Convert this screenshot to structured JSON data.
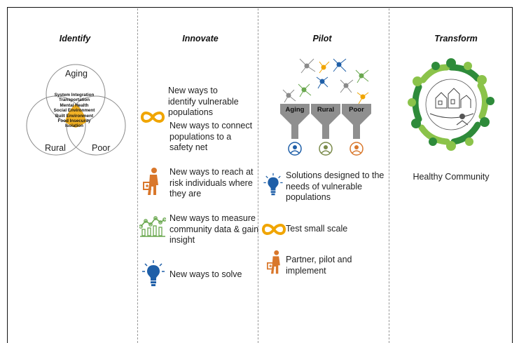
{
  "columns": {
    "identify": "Identify",
    "innovate": "Innovate",
    "pilot": "Pilot",
    "transform": "Transform"
  },
  "venn": {
    "circles": [
      "Aging",
      "Rural",
      "Poor"
    ],
    "center_items": [
      "System Integration",
      "Transportation",
      "Mental Health",
      "Social Environment",
      "Built Environment",
      "Food Insecurity",
      "Isolation"
    ]
  },
  "innovate_items": [
    {
      "line1": "New ways to",
      "line2": "identify vulnerable",
      "line3": "populations",
      "icon": "infinity-icon"
    },
    {
      "line1": "New ways to connect",
      "line2": "populations to a",
      "line3": "safety net",
      "icon": "infinity-icon"
    },
    {
      "line1": "New ways to reach at",
      "line2": "risk individuals where",
      "line3": "they are",
      "icon": "person-with-bag-icon"
    },
    {
      "line1": "New ways to measure",
      "line2": "community data & gain",
      "line3": "insight",
      "icon": "line-chart-icon"
    },
    {
      "line1": "New ways to solve",
      "icon": "lightbulb-icon"
    }
  ],
  "pilot": {
    "funnels": [
      "Aging",
      "Rural",
      "Poor"
    ],
    "items": [
      {
        "line1": "Solutions designed to the",
        "line2": "needs of vulnerable",
        "line3": "populations",
        "icon": "lightbulb-icon"
      },
      {
        "line1": "Test small scale",
        "icon": "infinity-icon"
      },
      {
        "line1": "Partner, pilot and",
        "line2": "implement",
        "icon": "person-with-bag-icon"
      }
    ]
  },
  "transform": {
    "label": "Healthy Community",
    "icon": "community-ring-icon"
  },
  "colors": {
    "orange": "#F0A500",
    "person_orange": "#D9772B",
    "green": "#6AA84F",
    "blue": "#1F5FA8",
    "dark_green": "#2E8B3A",
    "light_green": "#8BC34A"
  }
}
